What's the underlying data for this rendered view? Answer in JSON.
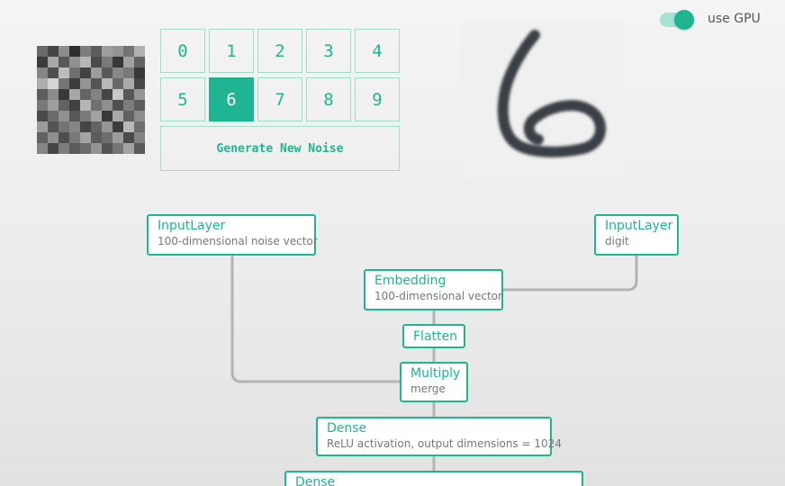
{
  "noise": {
    "pixels": [
      [
        0.41,
        0.27,
        0.55,
        0.18,
        0.49,
        0.36,
        0.62,
        0.58,
        0.45,
        0.69
      ],
      [
        0.23,
        0.66,
        0.34,
        0.57,
        0.71,
        0.29,
        0.48,
        0.21,
        0.63,
        0.39
      ],
      [
        0.52,
        0.31,
        0.74,
        0.44,
        0.26,
        0.61,
        0.35,
        0.53,
        0.47,
        0.22
      ],
      [
        0.68,
        0.83,
        0.46,
        0.24,
        0.58,
        0.33,
        0.72,
        0.41,
        0.67,
        0.28
      ],
      [
        0.36,
        0.54,
        0.22,
        0.65,
        0.39,
        0.51,
        0.27,
        0.78,
        0.34,
        0.59
      ],
      [
        0.47,
        0.62,
        0.38,
        0.25,
        0.71,
        0.44,
        0.56,
        0.31,
        0.49,
        0.37
      ],
      [
        0.29,
        0.42,
        0.57,
        0.34,
        0.48,
        0.63,
        0.22,
        0.66,
        0.38,
        0.55
      ],
      [
        0.61,
        0.33,
        0.45,
        0.52,
        0.27,
        0.39,
        0.58,
        0.24,
        0.72,
        0.43
      ],
      [
        0.38,
        0.56,
        0.31,
        0.47,
        0.64,
        0.36,
        0.43,
        0.61,
        0.29,
        0.51
      ],
      [
        0.52,
        0.27,
        0.49,
        0.36,
        0.42,
        0.58,
        0.33,
        0.46,
        0.64,
        0.35
      ]
    ]
  },
  "digits": {
    "labels": [
      "0",
      "1",
      "2",
      "3",
      "4",
      "5",
      "6",
      "7",
      "8",
      "9"
    ],
    "selected": 6
  },
  "generate_label": "Generate New Noise",
  "gpu": {
    "label": "use GPU",
    "enabled": true
  },
  "output": {
    "digit": "6"
  },
  "graph": {
    "nodes": {
      "noise_input": {
        "title": "InputLayer",
        "subtitle": "100-dimensional noise vector"
      },
      "digit_input": {
        "title": "InputLayer",
        "subtitle": "digit"
      },
      "embedding": {
        "title": "Embedding",
        "subtitle": "100-dimensional vector"
      },
      "flatten": {
        "title": "Flatten"
      },
      "multiply": {
        "title": "Multiply",
        "subtitle": "merge"
      },
      "dense1": {
        "title": "Dense",
        "subtitle": "ReLU activation, output dimensions = 1024"
      },
      "dense2": {
        "title": "Dense"
      }
    }
  },
  "colors": {
    "accent": "#1fb592",
    "accent_light": "#9fdcca",
    "connector": "#b3b3b3",
    "subtitle": "#777777"
  }
}
